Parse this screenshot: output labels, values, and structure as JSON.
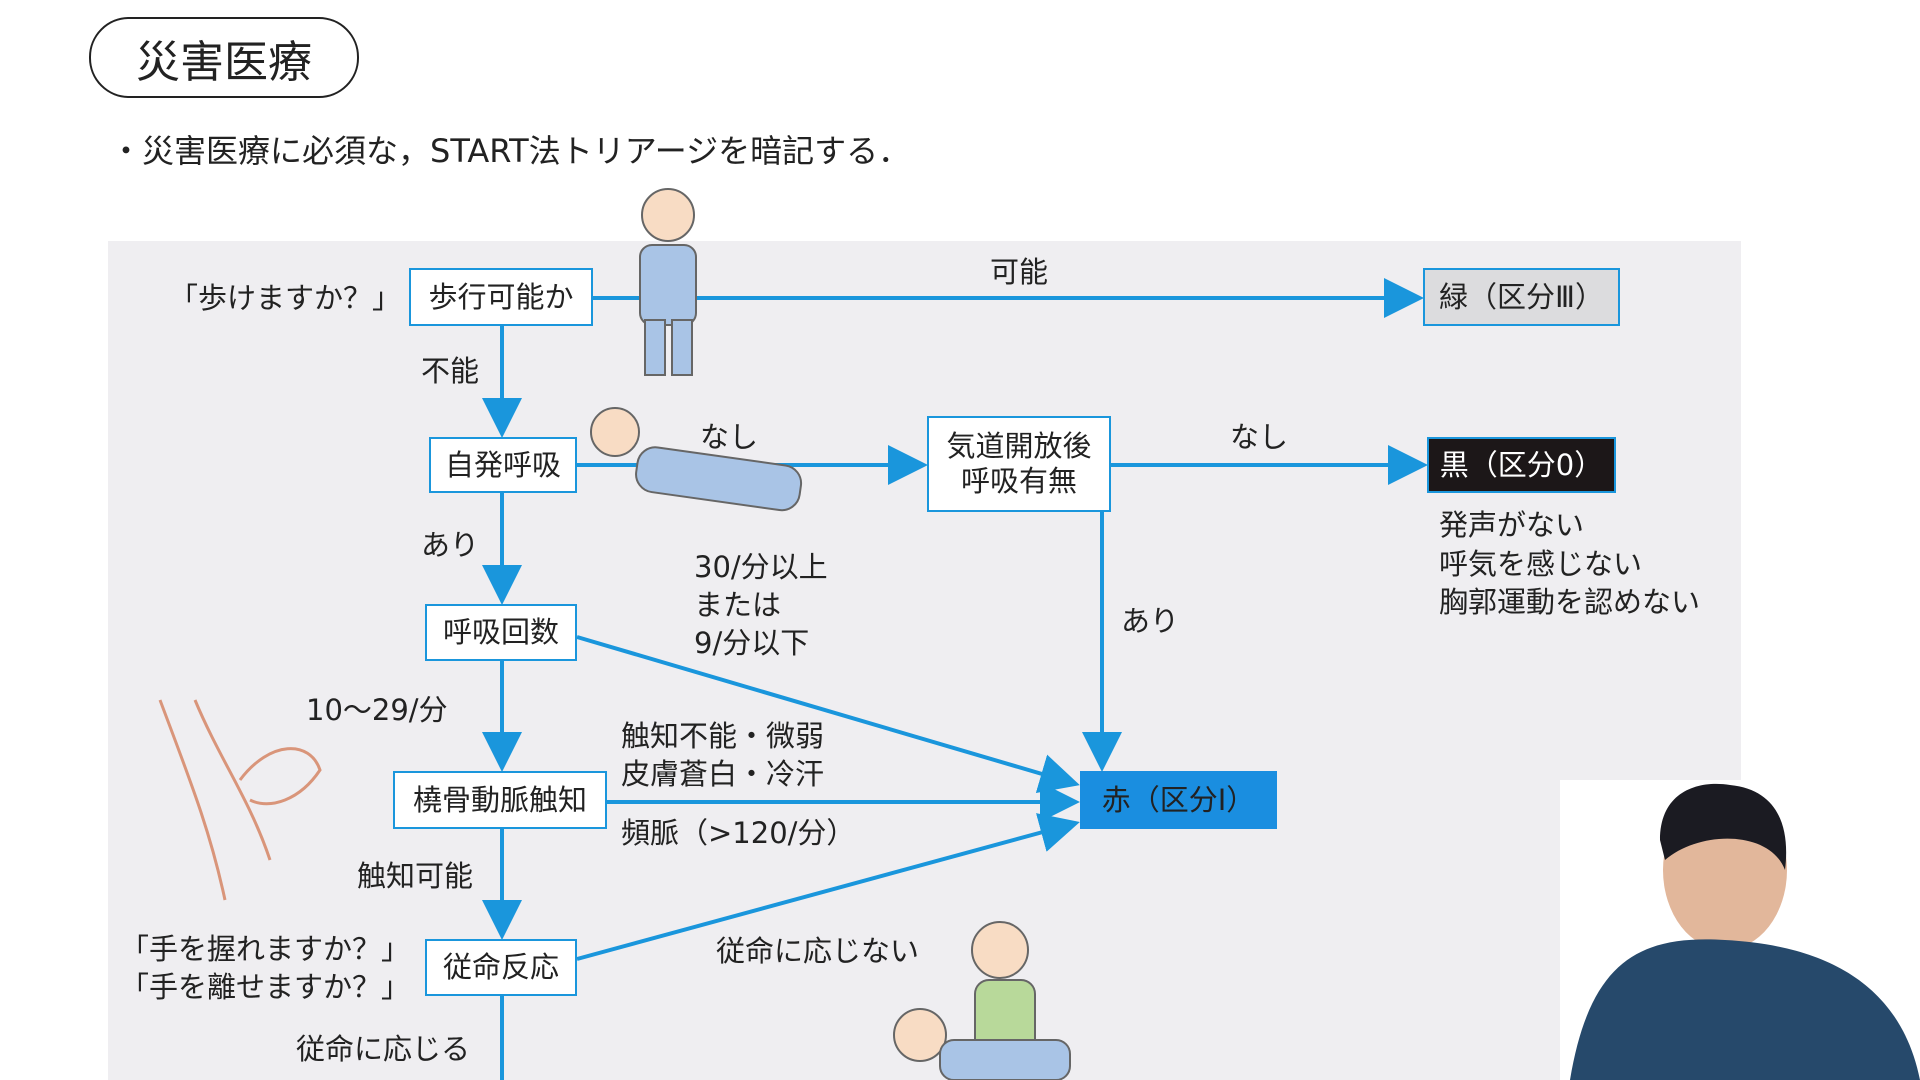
{
  "header": {
    "title": "災害医療",
    "subtitle": "・災害医療に必須な，START法トリアージを暗記する．"
  },
  "flow": {
    "walk_question": "「歩けますか？」",
    "walk_box": "歩行可能か",
    "possible": "可能",
    "impossible": "不能",
    "green_box": "緑（区分Ⅲ）",
    "breath_box": "自発呼吸",
    "none1": "なし",
    "airway_box_line1": "気道開放後",
    "airway_box_line2": "呼吸有無",
    "none2": "なし",
    "black_box": "黒（区分0）",
    "black_notes": [
      "発声がない",
      "呼気を感じない",
      "胸郭運動を認めない"
    ],
    "yes1": "あり",
    "yes2": "あり",
    "rate_box": "呼吸回数",
    "rate_abnormal": [
      "30/分以上",
      "または",
      "9/分以下"
    ],
    "rate_normal": "10～29/分",
    "pulse_box": "橈骨動脈触知",
    "pulse_abnormal": [
      "触知不能・微弱",
      "皮膚蒼白・冷汗"
    ],
    "tachy": "頻脈（>120/分）",
    "pulse_ok": "触知可能",
    "red_box": "赤（区分Ⅰ）",
    "command_questions": [
      "「手を握れますか？」",
      "「手を離せますか？」"
    ],
    "command_box": "従命反応",
    "command_no": "従命に応じない",
    "command_yes": "従命に応じる"
  },
  "colors": {
    "arrow": "#1a96dc",
    "red_box": "#1a8ee0",
    "black_box": "#1c1718",
    "green_box": "#dcdcde",
    "panel": "#efeef1"
  }
}
